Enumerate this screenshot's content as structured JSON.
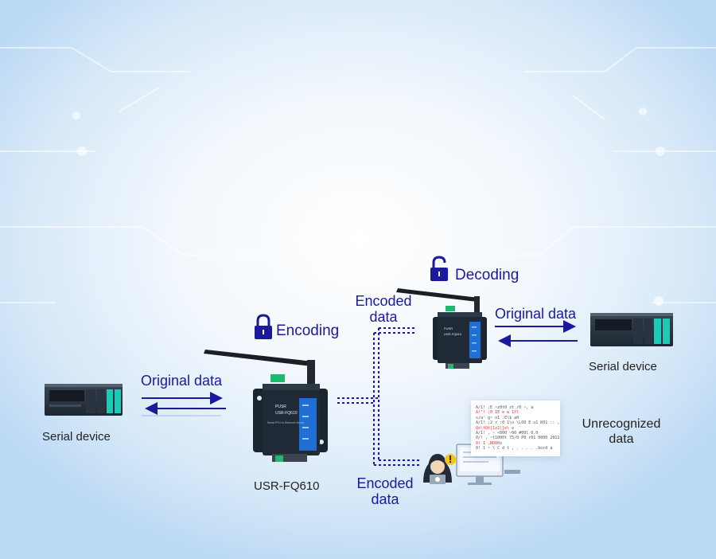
{
  "left": {
    "device_label": "Serial device",
    "flow_label": "Original data"
  },
  "encoder": {
    "model_label": "USR-FQ610",
    "action_label": "Encoding",
    "brand": "PUSR",
    "panel_text": "USR-FQ610",
    "sub_text": "Serial RTU to Ethernet Server"
  },
  "upper_branch": {
    "encoded_label_1": "Encoded",
    "encoded_label_2": "data"
  },
  "decoder": {
    "action_label": "Decoding",
    "brand": "PUSR",
    "panel_text": "USR-FQ610"
  },
  "right": {
    "flow_label": "Original data",
    "device_label": "Serial device"
  },
  "lower_branch": {
    "encoded_label_1": "Encoded",
    "encoded_label_2": "data",
    "unrecognized_1": "Unrecognized",
    "unrecognized_2": "data",
    "garbled_lines": [
      "A/1!  :E  ~z0t0 zt /0 ~, a",
      "A!\"!  ;0 IE e w 1fl",
      "s/a'  g~ o1 :E\\$ a0",
      "A/1!  ;2 r :0  1\\o  \\LO0 E u1 K01  ::  ,  1s",
      "Qx\\tQt[1z2|[e\\  e",
      "A/1!  ,   ~ <000 ~00 #00l 0.0",
      "0/!   ,  ~t1000t  75/0  P0 r01 0000 2011  u2",
      "0! 1   ,N000z",
      "0! 1  ~ \\  C d  t     ,  . . . . .bord  a"
    ]
  },
  "colors": {
    "accent": "#1a1a9a",
    "device_body": "#1c2733",
    "device_panel": "#1f6fd6",
    "module_teal": "#1fc9b5",
    "warning": "#f5c318"
  }
}
